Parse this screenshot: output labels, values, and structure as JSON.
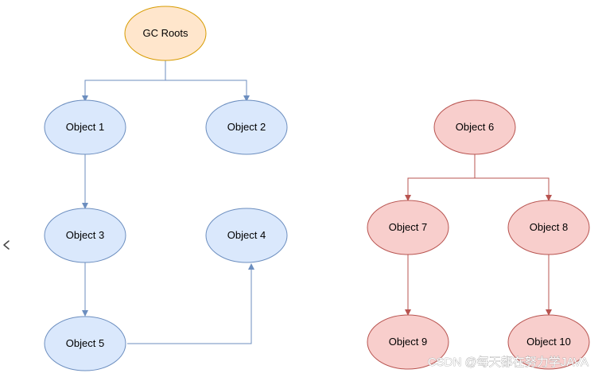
{
  "diagram": {
    "title": "",
    "colors": {
      "root_fill": "#ffe6cc",
      "root_stroke": "#d79b00",
      "reachable_fill": "#dae8fc",
      "reachable_stroke": "#6c8ebf",
      "unreachable_fill": "#f8cecc",
      "unreachable_stroke": "#b85450"
    },
    "nodes": {
      "gc_roots": "GC Roots",
      "object_1": "Object 1",
      "object_2": "Object 2",
      "object_3": "Object 3",
      "object_4": "Object 4",
      "object_5": "Object 5",
      "object_6": "Object 6",
      "object_7": "Object 7",
      "object_8": "Object 8",
      "object_9": "Object 9",
      "object_10": "Object 10"
    },
    "edges": [
      {
        "from": "gc_roots",
        "to": "object_1"
      },
      {
        "from": "gc_roots",
        "to": "object_2"
      },
      {
        "from": "object_1",
        "to": "object_3"
      },
      {
        "from": "object_3",
        "to": "object_5"
      },
      {
        "from": "object_5",
        "to": "object_4"
      },
      {
        "from": "object_6",
        "to": "object_7"
      },
      {
        "from": "object_6",
        "to": "object_8"
      },
      {
        "from": "object_7",
        "to": "object_9"
      },
      {
        "from": "object_8",
        "to": "object_10"
      }
    ]
  },
  "watermark": "CSDN @每天都在努力学JAVA",
  "nav": {
    "back_icon": "chevron-left-icon"
  }
}
